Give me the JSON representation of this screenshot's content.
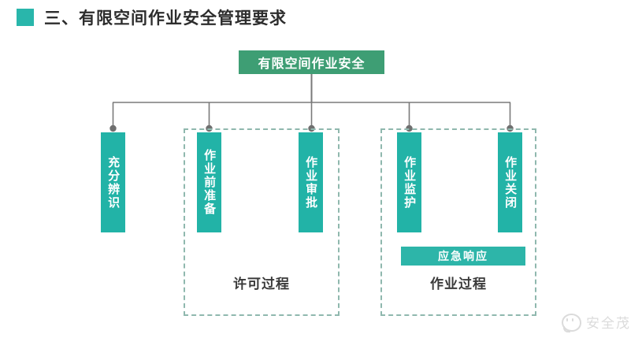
{
  "header": {
    "bullet_color": "#29b6ab",
    "title": "三、有限空间作业安全管理要求"
  },
  "diagram": {
    "root": {
      "label": "有限空间作业安全",
      "color": "#3e9e74",
      "text_color": "#ffffff"
    },
    "node_color": "#22b3a7",
    "connector_color": "#7a7a7a",
    "branches": [
      {
        "id": "shibie",
        "label": "充分辨识",
        "in_group": null
      },
      {
        "id": "zhunbei",
        "label": "作业前准备",
        "in_group": "permit"
      },
      {
        "id": "shenpi",
        "label": "作业审批",
        "in_group": "permit"
      },
      {
        "id": "jianhu",
        "label": "作业监护",
        "in_group": "work"
      },
      {
        "id": "guanbi",
        "label": "作业关闭",
        "in_group": "work"
      }
    ],
    "bars": [
      {
        "id": "yingji",
        "label": "应急响应",
        "color": "#2db5a9"
      }
    ],
    "groups": [
      {
        "id": "permit",
        "caption": "许可过程",
        "border_color": "#8fb8ae",
        "style": "dashed"
      },
      {
        "id": "work",
        "caption": "作业过程",
        "border_color": "#8fb8ae",
        "style": "dashed"
      }
    ]
  },
  "watermark": {
    "icon": "smiley-ghost-icon",
    "text": "安全茂"
  }
}
